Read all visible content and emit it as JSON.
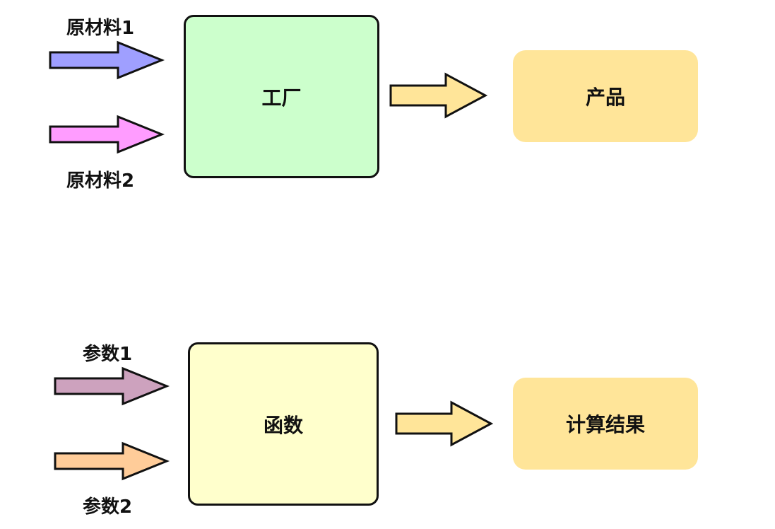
{
  "diagram": {
    "top_panel": {
      "input_1": {
        "label": "原材料1",
        "color": "#9f9fff"
      },
      "input_2": {
        "label": "原材料2",
        "color": "#ff9cff"
      },
      "process": {
        "label": "工厂",
        "fill": "#ccffcc"
      },
      "output_arrow_color": "#ffe599",
      "output": {
        "label": "产品",
        "fill": "#ffe599"
      }
    },
    "bottom_panel": {
      "input_1": {
        "label": "参数1",
        "color": "#cda2be"
      },
      "input_2": {
        "label": "参数2",
        "color": "#ffcc99"
      },
      "process": {
        "label": "函数",
        "fill": "#ffffcc"
      },
      "output_arrow_color": "#ffe599",
      "output": {
        "label": "计算结果",
        "fill": "#ffe599"
      }
    },
    "stroke_color": "#111111"
  }
}
